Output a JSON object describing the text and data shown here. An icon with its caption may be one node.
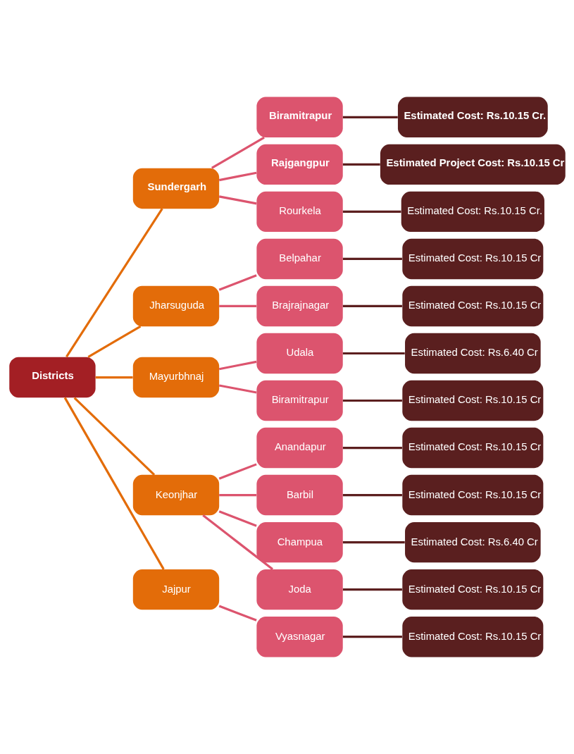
{
  "diagram": {
    "nodes": [
      {
        "text": [
          "Districts"
        ]
      },
      {
        "text": [
          "Sundergarh"
        ]
      },
      {
        "text": [
          "Biramitrapur"
        ]
      },
      {
        "text": [
          "Estimated Cost: Rs.10.15 Cr."
        ]
      },
      {
        "text": [
          "Rajgangpur"
        ]
      },
      {
        "text": [
          "Estimated Project Cost: Rs.10.15 Cr"
        ]
      },
      {
        "text": [
          "Rourkela"
        ]
      },
      {
        "text": [
          "Estimated Cost: Rs.10.15 Cr."
        ]
      },
      {
        "text": [
          "Jharsuguda"
        ]
      },
      {
        "text": [
          "Belpahar"
        ]
      },
      {
        "text": [
          "Estimated Cost: Rs.10.15 Cr"
        ]
      },
      {
        "text": [
          "Brajrajnagar"
        ]
      },
      {
        "text": [
          "Estimated Cost: Rs.10.15 Cr"
        ]
      },
      {
        "text": [
          "Mayurbhnaj"
        ]
      },
      {
        "text": [
          "Udala"
        ]
      },
      {
        "text": [
          "Estimated Cost: Rs.6.40 Cr"
        ]
      },
      {
        "text": [
          "Biramitrapur"
        ]
      },
      {
        "text": [
          "Estimated Cost: Rs.10.15 Cr"
        ]
      },
      {
        "text": [
          "Keonjhar"
        ]
      },
      {
        "text": [
          "Anandapur"
        ]
      },
      {
        "text": [
          "Estimated Cost: Rs.10.15 Cr"
        ]
      },
      {
        "text": [
          "Barbil"
        ]
      },
      {
        "text": [
          "Estimated Cost: Rs.10.15 Cr"
        ]
      },
      {
        "text": [
          "Champua"
        ]
      },
      {
        "text": [
          "Estimated Cost: Rs.6.40 Cr"
        ]
      },
      {
        "text": [
          "Joda"
        ]
      },
      {
        "text": [
          "Estimated Cost: Rs.10.15 Cr"
        ]
      },
      {
        "text": [
          "Jajpur"
        ]
      },
      {
        "text": [
          "Vyasnagar"
        ]
      },
      {
        "text": [
          "Estimated Cost: Rs.10.15 Cr"
        ]
      }
    ],
    "edges": [
      {
        "from": 0,
        "to": 1,
        "arrow": "none",
        "color": "#e36c09"
      },
      {
        "from": 1,
        "to": 2,
        "arrow": "none"
      },
      {
        "from": 2,
        "to": 3,
        "arrow": "none",
        "color": "#5c1f1f"
      },
      {
        "from": 1,
        "to": 4,
        "arrow": "none"
      },
      {
        "from": 4,
        "to": 5,
        "arrow": "none",
        "color": "#5c1f1f"
      },
      {
        "from": 1,
        "to": 6,
        "arrow": "none"
      },
      {
        "from": 6,
        "to": 7,
        "arrow": "none",
        "color": "#5c1f1f"
      },
      {
        "from": 0,
        "to": 8,
        "arrow": "none",
        "color": "#e36c09"
      },
      {
        "from": 8,
        "to": 9,
        "arrow": "none"
      },
      {
        "from": 9,
        "to": 10,
        "arrow": "none",
        "color": "#5c1f1f"
      },
      {
        "from": 8,
        "to": 11,
        "arrow": "none"
      },
      {
        "from": 11,
        "to": 12,
        "arrow": "none",
        "color": "#5c1f1f"
      },
      {
        "from": 0,
        "to": 13,
        "arrow": "none",
        "color": "#e36c09"
      },
      {
        "from": 13,
        "to": 14,
        "arrow": "none"
      },
      {
        "from": 14,
        "to": 15,
        "arrow": "none",
        "color": "#5c1f1f"
      },
      {
        "from": 13,
        "to": 16,
        "arrow": "none"
      },
      {
        "from": 16,
        "to": 17,
        "arrow": "none",
        "color": "#5c1f1f"
      },
      {
        "from": 0,
        "to": 18,
        "arrow": "none",
        "color": "#e36c09"
      },
      {
        "from": 18,
        "to": 19,
        "arrow": "none"
      },
      {
        "from": 19,
        "to": 20,
        "arrow": "none",
        "color": "#5c1f1f"
      },
      {
        "from": 18,
        "to": 21,
        "arrow": "none"
      },
      {
        "from": 21,
        "to": 22,
        "arrow": "none",
        "color": "#5c1f1f"
      },
      {
        "from": 18,
        "to": 23,
        "arrow": "none"
      },
      {
        "from": 23,
        "to": 24,
        "arrow": "none",
        "color": "#5c1f1f"
      },
      {
        "from": 18,
        "to": 25,
        "arrow": "none"
      },
      {
        "from": 25,
        "to": 26,
        "arrow": "none",
        "color": "#5c1f1f"
      },
      {
        "from": 0,
        "to": 27,
        "arrow": "none",
        "color": "#e36c09"
      },
      {
        "from": 27,
        "to": 28,
        "arrow": "none"
      },
      {
        "from": 28,
        "to": 29,
        "arrow": "none",
        "color": "#5c1f1f"
      }
    ]
  }
}
